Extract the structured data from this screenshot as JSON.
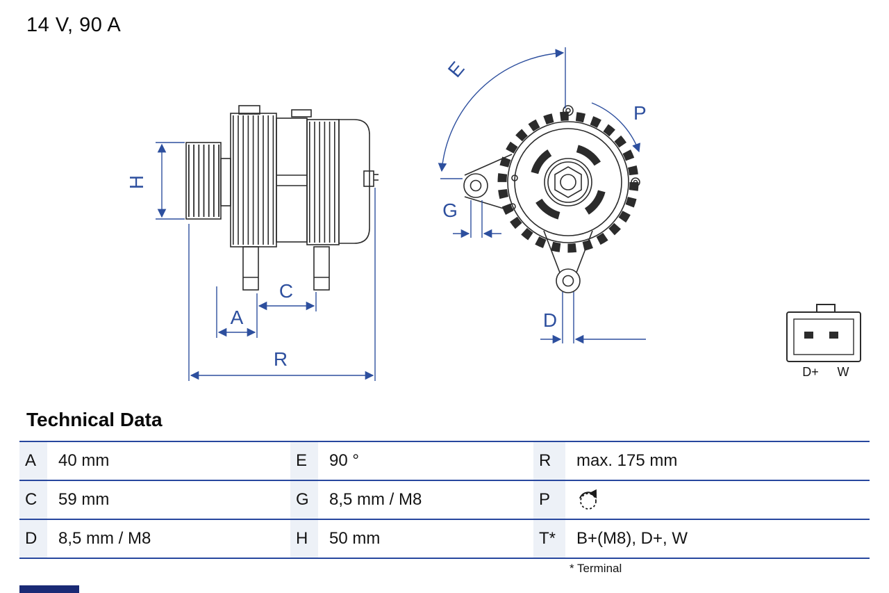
{
  "page": {
    "title": "14 V, 90 A"
  },
  "diagram": {
    "labels": {
      "h": "H",
      "a": "A",
      "c": "C",
      "r": "R",
      "e": "E",
      "g": "G",
      "d": "D",
      "p": "P"
    },
    "connector": {
      "pin_left": "D+",
      "pin_right": "W"
    }
  },
  "technical_data": {
    "heading": "Technical Data",
    "rows": [
      [
        {
          "key": "A",
          "value": "40 mm"
        },
        {
          "key": "E",
          "value": "90 °"
        },
        {
          "key": "R",
          "value": "max. 175 mm"
        }
      ],
      [
        {
          "key": "C",
          "value": "59 mm"
        },
        {
          "key": "G",
          "value": "8,5 mm / M8"
        },
        {
          "key": "P",
          "value": "",
          "icon": "rotation-direction-icon"
        }
      ],
      [
        {
          "key": "D",
          "value": "8,5 mm / M8"
        },
        {
          "key": "H",
          "value": "50 mm"
        },
        {
          "key": "T*",
          "value": "B+(M8), D+, W"
        }
      ]
    ],
    "footnote": "* Terminal"
  },
  "colors": {
    "dimension_blue": "#2d4f9e",
    "table_border_blue": "#27479e",
    "line_dark": "#2b2b2b"
  }
}
